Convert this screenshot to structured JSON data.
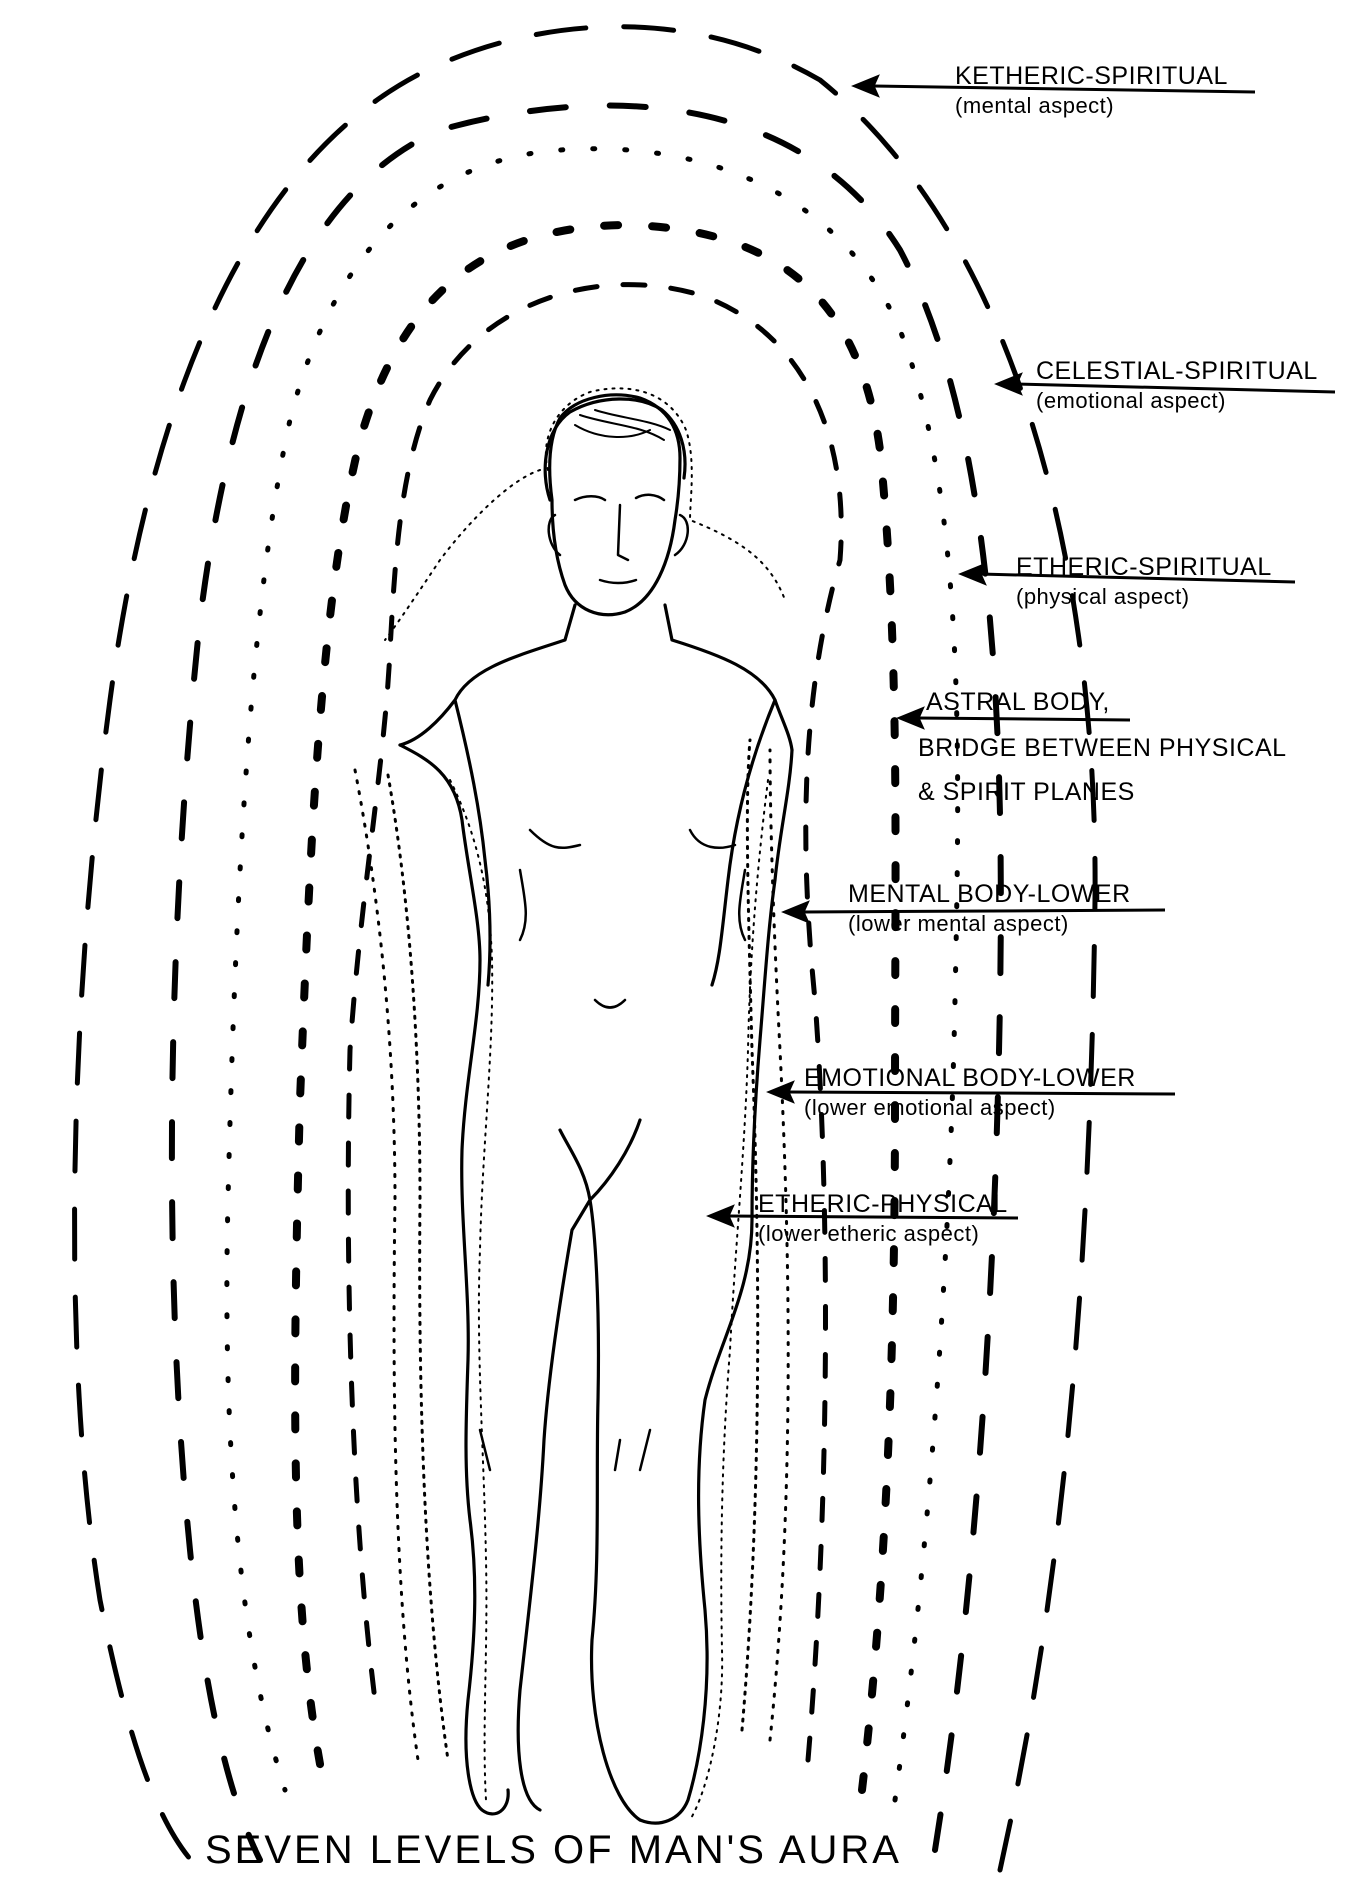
{
  "diagram": {
    "title": "SEVEN LEVELS OF MAN'S AURA",
    "labels": {
      "ketheric": {
        "main": "KETHERIC-SPIRITUAL",
        "sub": "(mental aspect)"
      },
      "celestial": {
        "main": "CELESTIAL-SPIRITUAL",
        "sub": "(emotional aspect)"
      },
      "etheric_spiritual": {
        "main": "ETHERIC-SPIRITUAL",
        "sub": "(physical aspect)"
      },
      "astral": {
        "main": "ASTRAL BODY,",
        "line2": "BRIDGE BETWEEN PHYSICAL",
        "line3": "& SPIRIT PLANES"
      },
      "mental": {
        "main": "MENTAL BODY-LOWER",
        "sub": "(lower mental aspect)"
      },
      "emotional": {
        "main": "EMOTIONAL BODY-LOWER",
        "sub": "(lower emotional aspect)"
      },
      "etheric_physical": {
        "main": "ETHERIC-PHYSICAL",
        "sub": "(lower etheric aspect)"
      }
    },
    "colors": {
      "ink": "#000000",
      "paper": "#ffffff"
    }
  }
}
